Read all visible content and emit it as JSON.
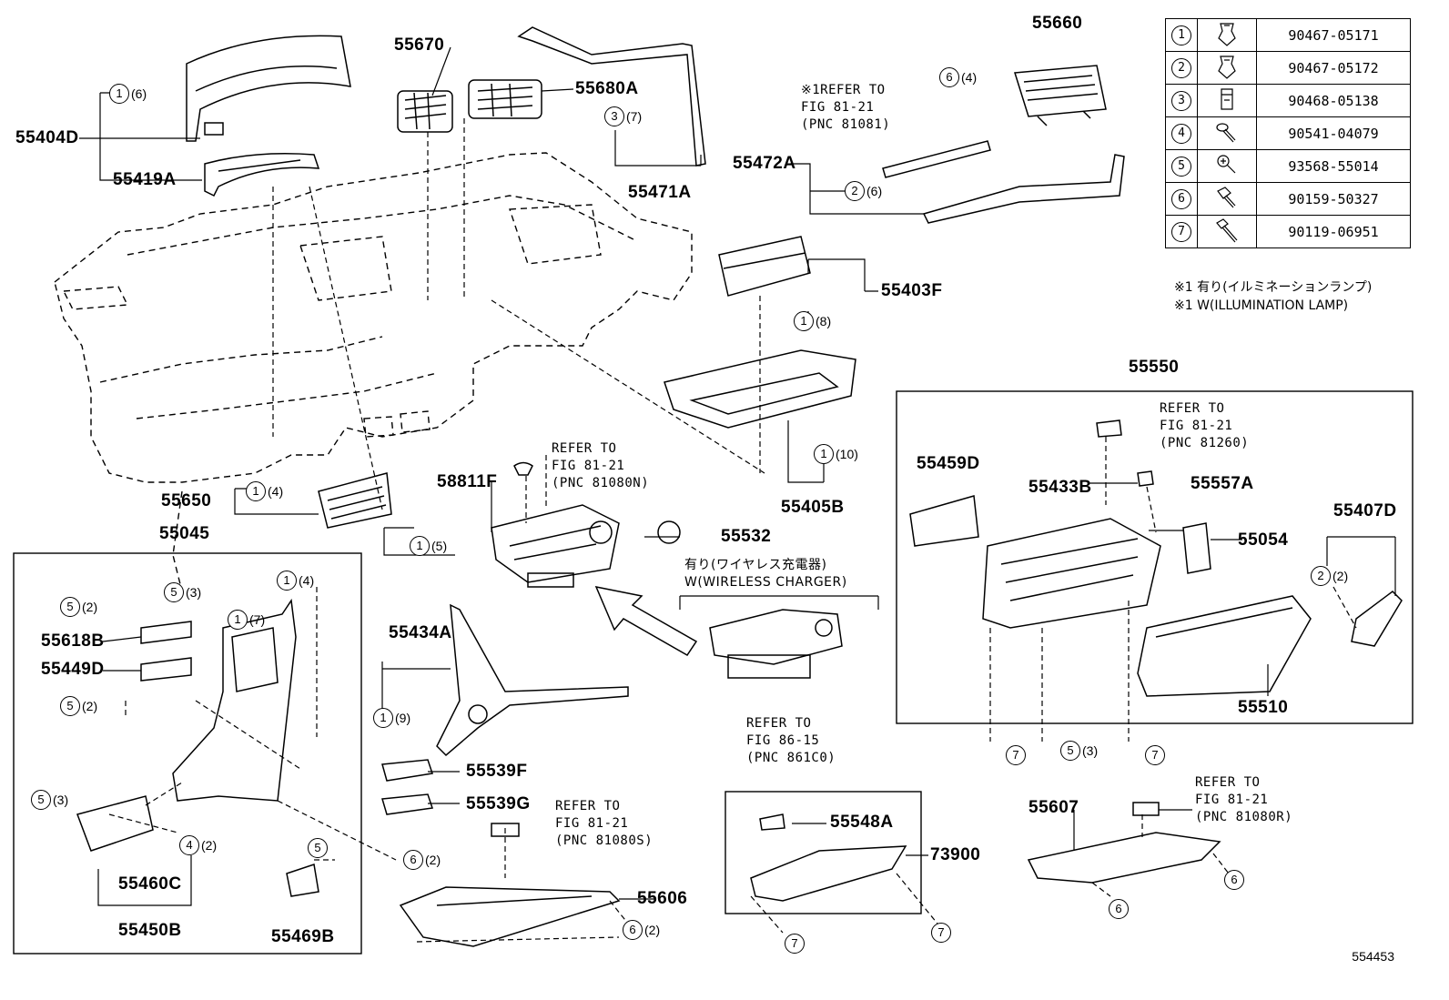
{
  "parts": {
    "p55404D": "55404D",
    "p55419A": "55419A",
    "p55670": "55670",
    "p55680A": "55680A",
    "p55471A": "55471A",
    "p55660": "55660",
    "p55472A": "55472A",
    "p55403F": "55403F",
    "p55405B": "55405B",
    "p55650": "55650",
    "p55045": "55045",
    "p58811F": "58811F",
    "p55532": "55532",
    "p55550": "55550",
    "p55459D": "55459D",
    "p55433B": "55433B",
    "p55557A": "55557A",
    "p55054": "55054",
    "p55407D": "55407D",
    "p55510": "55510",
    "p55618B": "55618B",
    "p55449D": "55449D",
    "p55460C": "55460C",
    "p55450B": "55450B",
    "p55469B": "55469B",
    "p55434A": "55434A",
    "p55539F": "55539F",
    "p55539G": "55539G",
    "p55606": "55606",
    "p55548A": "55548A",
    "p73900": "73900",
    "p55607": "55607"
  },
  "notes": {
    "refer_81081": "※1REFER TO\nFIG 81-21\n(PNC 81081)",
    "refer_81080N": "REFER TO\nFIG 81-21\n(PNC 81080N)",
    "refer_81260": "REFER TO\nFIG 81-21\n(PNC 81260)",
    "refer_81080S": "REFER TO\nFIG 81-21\n(PNC 81080S)",
    "refer_81080R": "REFER TO\nFIG 81-21\n(PNC 81080R)",
    "refer_861C0": "REFER TO\nFIG 86-15\n(PNC 861C0)",
    "wireless": "有り(ワイヤレス充電器)\nW(WIRELESS CHARGER)"
  },
  "callouts": [
    {
      "num": "1",
      "qty": "(6)"
    },
    {
      "num": "3",
      "qty": "(7)"
    },
    {
      "num": "6",
      "qty": "(4)"
    },
    {
      "num": "2",
      "qty": "(6)"
    },
    {
      "num": "1",
      "qty": "(8)"
    },
    {
      "num": "1",
      "qty": "(10)"
    },
    {
      "num": "1",
      "qty": "(4)"
    },
    {
      "num": "1",
      "qty": "(5)"
    },
    {
      "num": "2",
      "qty": "(2)"
    },
    {
      "num": "5",
      "qty": "(2)"
    },
    {
      "num": "5",
      "qty": "(3)"
    },
    {
      "num": "1",
      "qty": "(4)"
    },
    {
      "num": "1",
      "qty": "(7)"
    },
    {
      "num": "5",
      "qty": "(2)"
    },
    {
      "num": "5",
      "qty": "(3)"
    },
    {
      "num": "4",
      "qty": "(2)"
    },
    {
      "num": "5",
      "qty": ""
    },
    {
      "num": "6",
      "qty": "(2)"
    },
    {
      "num": "1",
      "qty": "(9)"
    },
    {
      "num": "6",
      "qty": "(2)"
    },
    {
      "num": "7",
      "qty": ""
    },
    {
      "num": "5",
      "qty": "(3)"
    },
    {
      "num": "7",
      "qty": ""
    },
    {
      "num": "6",
      "qty": ""
    },
    {
      "num": "6",
      "qty": ""
    },
    {
      "num": "7",
      "qty": ""
    },
    {
      "num": "7",
      "qty": ""
    }
  ],
  "fastener_table": [
    {
      "num": "1",
      "icon": "clip-icon",
      "part": "90467-05171"
    },
    {
      "num": "2",
      "icon": "clip-icon",
      "part": "90467-05172"
    },
    {
      "num": "3",
      "icon": "clip-nut-icon",
      "part": "90468-05138"
    },
    {
      "num": "4",
      "icon": "pin-icon",
      "part": "90541-04079"
    },
    {
      "num": "5",
      "icon": "screw-icon",
      "part": "93568-55014"
    },
    {
      "num": "6",
      "icon": "bolt-icon",
      "part": "90159-50327"
    },
    {
      "num": "7",
      "icon": "bolt-long-icon",
      "part": "90119-06951"
    }
  ],
  "footnotes": {
    "line1": "※1 有り(イルミネーションランプ)",
    "line2": "※1 W(ILLUMINATION LAMP)"
  },
  "drawing_id": "554453"
}
